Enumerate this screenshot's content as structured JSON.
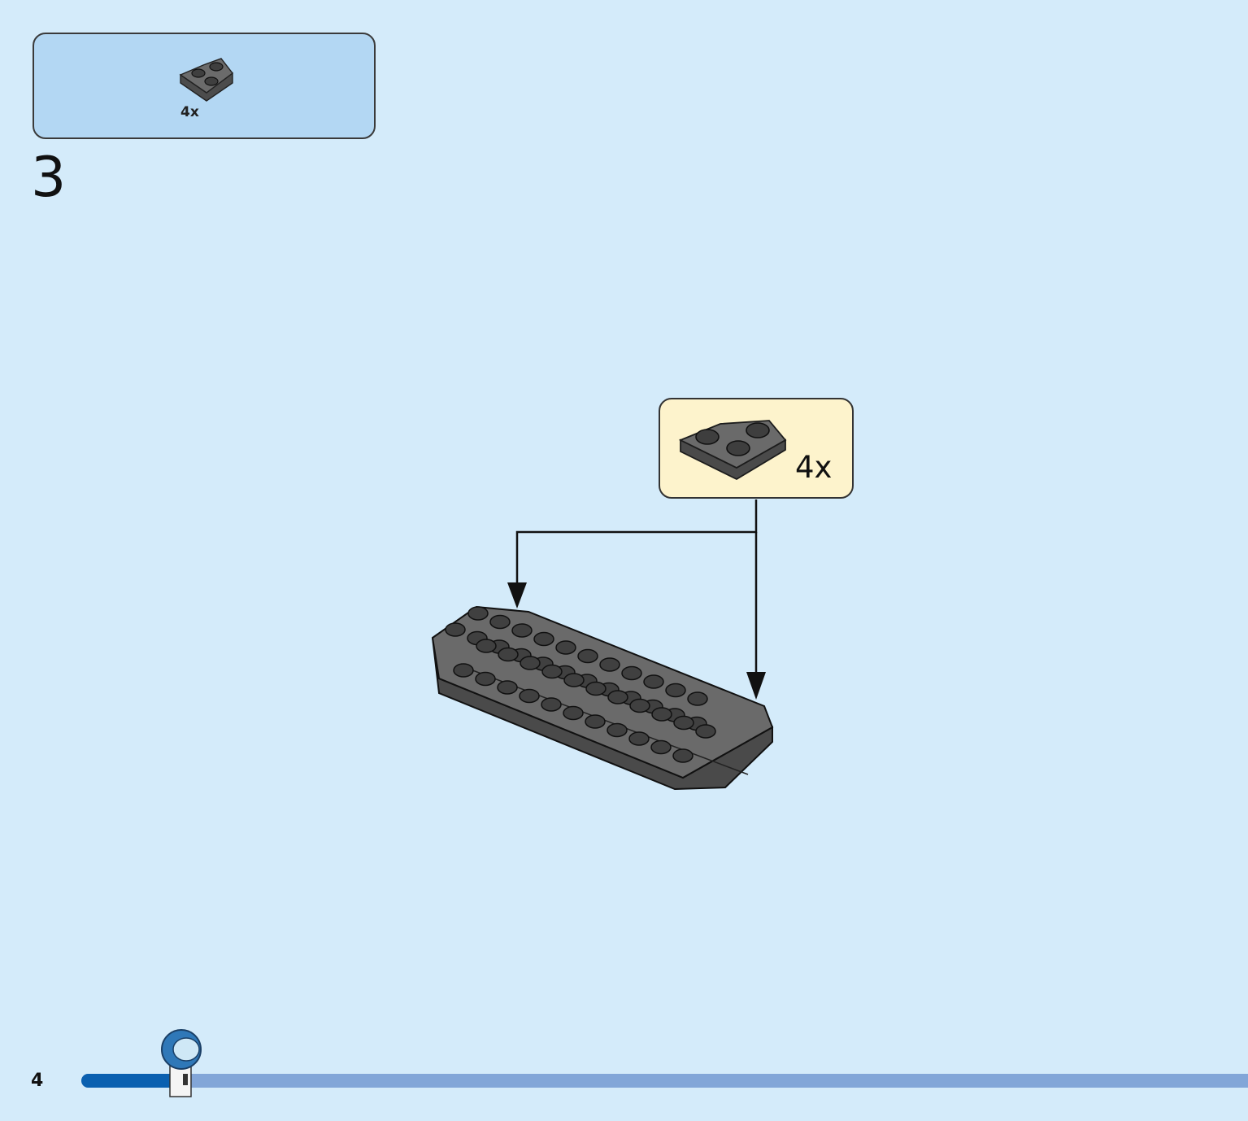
{
  "parts_list": {
    "items": [
      {
        "icon": "wedge-plate-icon",
        "quantity": "4x",
        "color": "#6b6b6b"
      }
    ]
  },
  "step": {
    "number": "3"
  },
  "callout": {
    "icon": "wedge-plate-icon",
    "quantity": "4x",
    "background": "#fdf3cc"
  },
  "model": {
    "icon": "assembled-plate-icon",
    "color": "#5e5e5e"
  },
  "footer": {
    "page_number": "4",
    "progress": 0.08,
    "progress_color": "#0a60b0",
    "track_color": "#82a6d8",
    "mascot_icon": "astronaut-minifigure-icon"
  },
  "colors": {
    "background": "#d4ebfa",
    "parts_box": "#b3d7f3"
  }
}
